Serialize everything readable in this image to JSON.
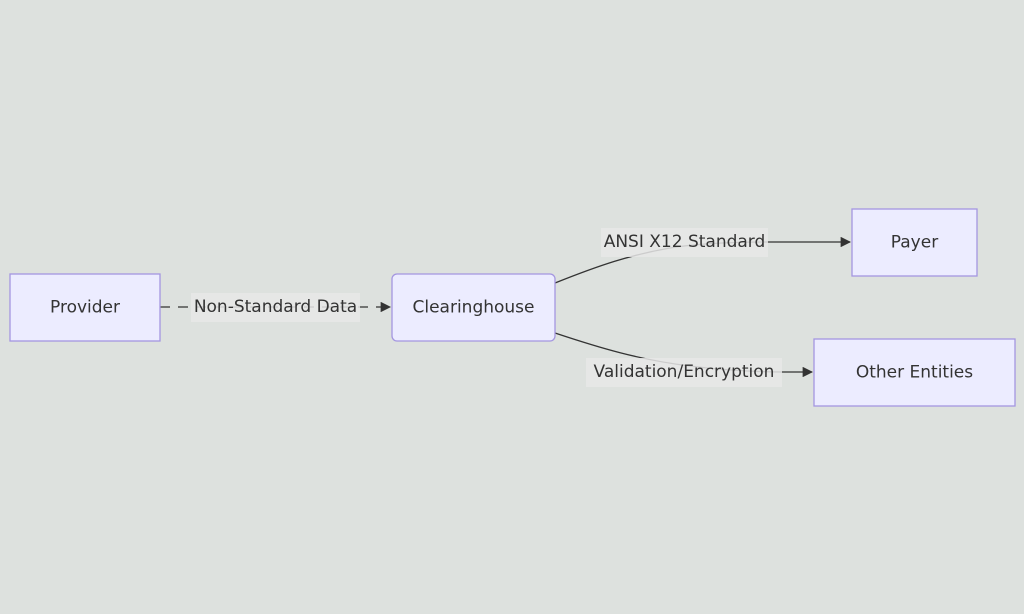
{
  "diagram": {
    "type": "flowchart",
    "direction": "left-to-right",
    "nodes": [
      {
        "id": "provider",
        "label": "Provider"
      },
      {
        "id": "clearinghouse",
        "label": "Clearinghouse"
      },
      {
        "id": "payer",
        "label": "Payer"
      },
      {
        "id": "other",
        "label": "Other Entities"
      }
    ],
    "edges": [
      {
        "from": "provider",
        "to": "clearinghouse",
        "label": "Non-Standard Data",
        "style": "dashed"
      },
      {
        "from": "clearinghouse",
        "to": "payer",
        "label": "ANSI X12 Standard",
        "style": "solid"
      },
      {
        "from": "clearinghouse",
        "to": "other",
        "label": "Validation/Encryption",
        "style": "solid"
      }
    ],
    "colors": {
      "background": "#dde1de",
      "node_fill": "#ececff",
      "node_stroke": "#a496e0",
      "edge": "#333333"
    }
  }
}
